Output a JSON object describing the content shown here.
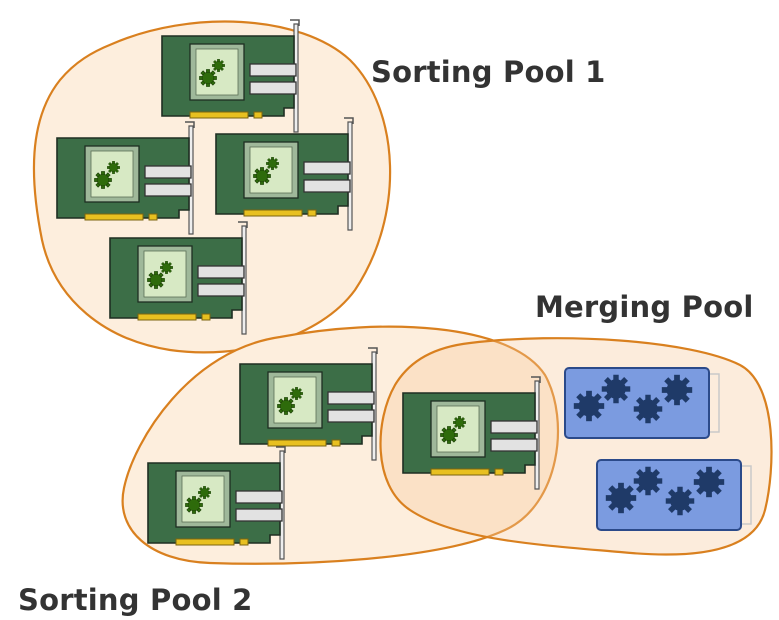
{
  "labels": {
    "pool1": "Sorting Pool 1",
    "pool2": "Sorting Pool 2",
    "merge": "Merging Pool"
  },
  "colors": {
    "pool_fill": "#fdeedd",
    "pool_stroke": "#d9801f",
    "merge_fill": "#f6dcc0",
    "card_pcb": "#3c6e47",
    "card_chip": "#d7e9c4",
    "gear_green": "#2e6b0b",
    "gold_contacts": "#e8c020",
    "bracket": "#b8b8b8",
    "blue_card": "#7b9be0",
    "blue_card_stroke": "#2b4a8a",
    "gear_blue": "#1f3a68"
  },
  "icons": {
    "sort_card": "gpu-card-icon",
    "gear": "gear-icon",
    "merge_card": "fpga-card-icon"
  },
  "groups": {
    "pool1_cards": 4,
    "pool2_cards": 2,
    "shared_cards": 1,
    "merge_cards": 2
  }
}
